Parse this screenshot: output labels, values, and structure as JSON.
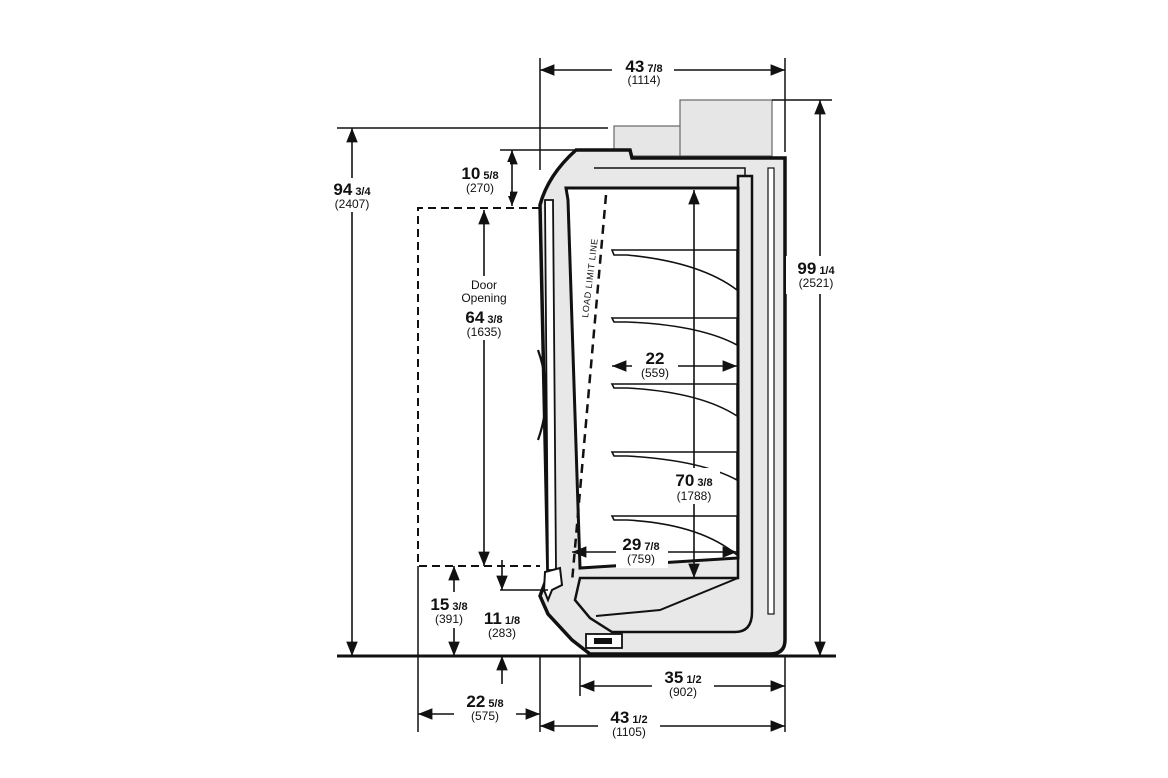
{
  "dimensions": {
    "top_width": {
      "main": "43",
      "frac": "7/8",
      "mm": "(1114)"
    },
    "total_height": {
      "main": "99",
      "frac": "1/4",
      "mm": "(2521)"
    },
    "front_height": {
      "main": "94",
      "frac": "3/4",
      "mm": "(2407)"
    },
    "canopy": {
      "main": "10",
      "frac": "5/8",
      "mm": "(270)"
    },
    "door_opening": {
      "main": "64",
      "frac": "3/8",
      "mm": "(1635)"
    },
    "shelf_depth": {
      "main": "22",
      "frac": "",
      "mm": "(559)"
    },
    "interior_height": {
      "main": "70",
      "frac": "3/8",
      "mm": "(1788)"
    },
    "deck_depth": {
      "main": "29",
      "frac": "7/8",
      "mm": "(759)"
    },
    "door_bottom": {
      "main": "15",
      "frac": "3/8",
      "mm": "(391)"
    },
    "deck_height": {
      "main": "11",
      "frac": "1/8",
      "mm": "(283)"
    },
    "door_swing": {
      "main": "22",
      "frac": "5/8",
      "mm": "(575)"
    },
    "base_depth": {
      "main": "35",
      "frac": "1/2",
      "mm": "(902)"
    },
    "bottom_width": {
      "main": "43",
      "frac": "1/2",
      "mm": "(1105)"
    }
  },
  "labels": {
    "door_opening_line1": "Door",
    "door_opening_line2": "Opening",
    "load_limit": "LOAD LIMIT LINE"
  }
}
